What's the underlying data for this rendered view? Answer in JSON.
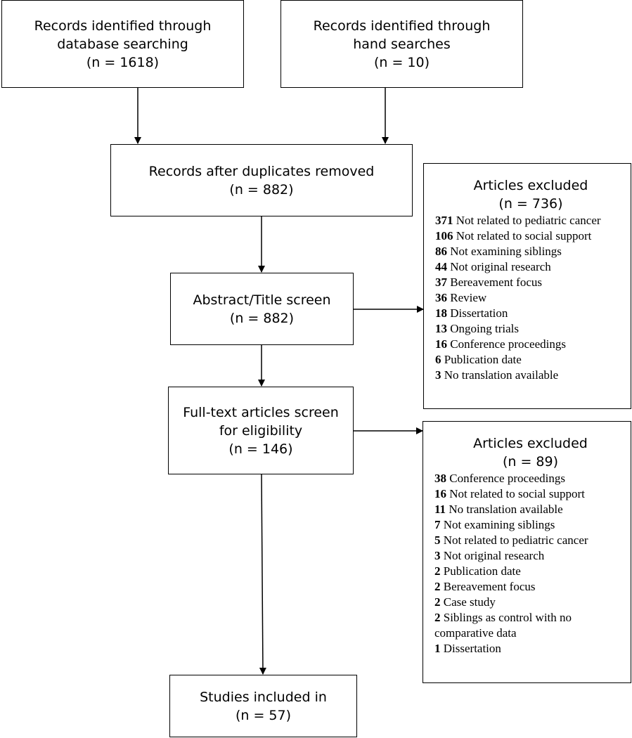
{
  "nodes": {
    "db_search": {
      "lines": [
        "Records identified through",
        "database searching",
        "(n =  1618)"
      ]
    },
    "hand_search": {
      "lines": [
        "Records identified through",
        "hand searches",
        "(n = 10)"
      ]
    },
    "dedup": {
      "lines": [
        "Records after duplicates removed",
        "(n = 882)"
      ]
    },
    "abstract_screen": {
      "lines": [
        "Abstract/Title screen",
        "(n = 882)"
      ]
    },
    "fulltext_screen": {
      "lines": [
        "Full-text articles screen",
        "for eligibility",
        "(n = 146)"
      ]
    },
    "included": {
      "lines": [
        "Studies included in",
        "(n =  57)"
      ]
    }
  },
  "exclusions": [
    {
      "title": "Articles excluded",
      "count": "(n = 736)",
      "items": [
        {
          "n": "371",
          "reason": "Not related to pediatric cancer"
        },
        {
          "n": "106",
          "reason": "Not related to social support"
        },
        {
          "n": "86",
          "reason": "Not examining siblings"
        },
        {
          "n": "44",
          "reason": "Not original research"
        },
        {
          "n": "37",
          "reason": "Bereavement focus"
        },
        {
          "n": "36",
          "reason": "Review"
        },
        {
          "n": "18",
          "reason": "Dissertation"
        },
        {
          "n": "13",
          "reason": "Ongoing trials"
        },
        {
          "n": "16",
          "reason": "Conference proceedings"
        },
        {
          "n": "6",
          "reason": "Publication date"
        },
        {
          "n": "3",
          "reason": "No translation available"
        }
      ]
    },
    {
      "title": "Articles excluded",
      "count": "(n = 89)",
      "items": [
        {
          "n": "38",
          "reason": "Conference proceedings"
        },
        {
          "n": "16",
          "reason": "Not related to social support"
        },
        {
          "n": "11",
          "reason": "No translation available"
        },
        {
          "n": "7",
          "reason": "Not examining siblings"
        },
        {
          "n": "5",
          "reason": "Not related to pediatric cancer"
        },
        {
          "n": "3",
          "reason": "Not original research"
        },
        {
          "n": "2",
          "reason": "Publication date"
        },
        {
          "n": "2",
          "reason": "Bereavement focus"
        },
        {
          "n": "2",
          "reason": "Case study"
        },
        {
          "n": "2",
          "reason": "Siblings as control with no comparative data"
        },
        {
          "n": "1",
          "reason": "Dissertation"
        }
      ]
    }
  ]
}
